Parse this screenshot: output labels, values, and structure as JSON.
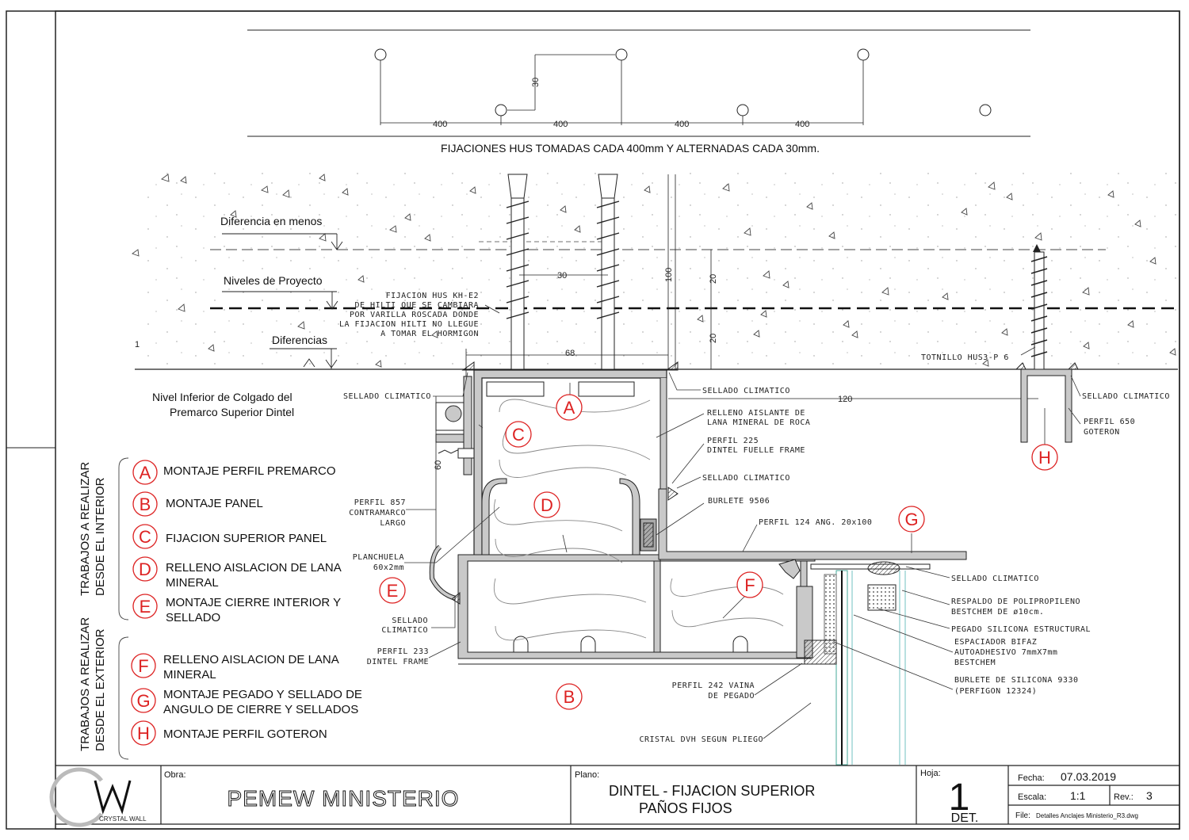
{
  "top_spacing": {
    "dims": [
      "400",
      "400",
      "400",
      "400"
    ],
    "vertical_dim": "30",
    "caption": "FIJACIONES HUS TOMADAS CADA 400mm Y ALTERNADAS CADA 30mm."
  },
  "levels": {
    "menos": "Diferencia en menos",
    "proyecto": "Niveles de Proyecto",
    "diferencias": "Diferencias",
    "inferior_1": "Nivel Inferior de Colgado del",
    "inferior_2": "Premarco Superior Dintel"
  },
  "dimensions": {
    "d30": "30",
    "d100": "100",
    "d20a": "20",
    "d20b": "20",
    "d68": "68",
    "d60": "60",
    "d120": "120",
    "d1": "1"
  },
  "notes": {
    "hus_1": "FIJACION HUS KH-E2",
    "hus_2": "DE HILTI QUE SE CAMBIARA",
    "hus_3": "POR VARILLA ROSCADA DONDE",
    "hus_4": "LA FIJACION HILTI NO LLEGUE",
    "hus_5": "A TOMAR EL HORMIGON",
    "totnillo": "TOTNILLO HUS3-P 6",
    "sellado_left": "SELLADO CLIMATICO",
    "sellado_mid": "SELLADO CLIMATICO",
    "sellado_right": "SELLADO CLIMATICO",
    "relleno_1": "RELLENO AISLANTE DE",
    "relleno_2": "LANA MINERAL DE ROCA",
    "perfil225_1": "PERFIL 225",
    "perfil225_2": "DINTEL FUELLE FRAME",
    "perfil650_1": "PERFIL 650",
    "perfil650_2": "GOTERON",
    "sellado_2": "SELLADO CLIMATICO",
    "burlete9506": "BURLETE 9506",
    "perfil124": "PERFIL 124 ANG. 20x100",
    "perfil857_1": "PERFIL 857",
    "perfil857_2": "CONTRAMARCO",
    "perfil857_3": "LARGO",
    "planchuela_1": "PLANCHUELA",
    "planchuela_2": "60x2mm",
    "sellado_e_1": "SELLADO",
    "sellado_e_2": "CLIMATICO",
    "perfil233_1": "PERFIL 233",
    "perfil233_2": "DINTEL FRAME",
    "sellado_g": "SELLADO CLIMATICO",
    "respaldo_1": "RESPALDO DE POLIPROPILENO",
    "respaldo_2": "BESTCHEM DE ø10cm.",
    "pegado": "PEGADO SILICONA ESTRUCTURAL",
    "espaciador_1": "ESPACIADOR BIFAZ",
    "espaciador_2": "AUTOADHESIVO 7mmX7mm",
    "espaciador_3": "BESTCHEM",
    "burlete9330_1": "BURLETE DE SILICONA 9330",
    "burlete9330_2": "(PERFIGON 12324)",
    "perfil242_1": "PERFIL 242 VAINA",
    "perfil242_2": "DE PEGADO",
    "cristal": "CRISTAL DVH SEGUN PLIEGO"
  },
  "callouts": [
    "A",
    "B",
    "C",
    "D",
    "E",
    "F",
    "G",
    "H"
  ],
  "legend": {
    "interior_title_1": "TRABAJOS A REALIZAR",
    "interior_title_2": "DESDE EL INTERIOR",
    "exterior_title_1": "TRABAJOS A REALIZAR",
    "exterior_title_2": "DESDE EL EXTERIOR",
    "interior": [
      {
        "letter": "A",
        "lines": [
          "MONTAJE PERFIL PREMARCO"
        ]
      },
      {
        "letter": "B",
        "lines": [
          "MONTAJE PANEL"
        ]
      },
      {
        "letter": "C",
        "lines": [
          "FIJACION SUPERIOR PANEL"
        ]
      },
      {
        "letter": "D",
        "lines": [
          "RELLENO AISLACION DE LANA",
          "MINERAL"
        ]
      },
      {
        "letter": "E",
        "lines": [
          "MONTAJE CIERRE INTERIOR Y",
          "SELLADO"
        ]
      }
    ],
    "exterior": [
      {
        "letter": "F",
        "lines": [
          "RELLENO AISLACION DE LANA",
          "MINERAL"
        ]
      },
      {
        "letter": "G",
        "lines": [
          "MONTAJE PEGADO Y SELLADO DE",
          "ANGULO DE CIERRE Y SELLADOS"
        ]
      },
      {
        "letter": "H",
        "lines": [
          "MONTAJE PERFIL GOTERON"
        ]
      }
    ]
  },
  "title_block": {
    "logo_text": "CRYSTAL WALL",
    "obra_label": "Obra:",
    "obra_value": "PEMEW  MINISTERIO",
    "plano_label": "Plano:",
    "plano_1": "DINTEL - FIJACION SUPERIOR",
    "plano_2": "PAÑOS FIJOS",
    "hoja_label": "Hoja:",
    "hoja_num": "1",
    "hoja_sub": "DET.",
    "fecha_label": "Fecha:",
    "fecha_value": "07.03.2019",
    "escala_label": "Escala:",
    "escala_value": "1:1",
    "rev_label": "Rev.:",
    "rev_value": "3",
    "file_label": "File:",
    "file_value": "Detalles  Anclajes Ministerio_R3.dwg"
  }
}
